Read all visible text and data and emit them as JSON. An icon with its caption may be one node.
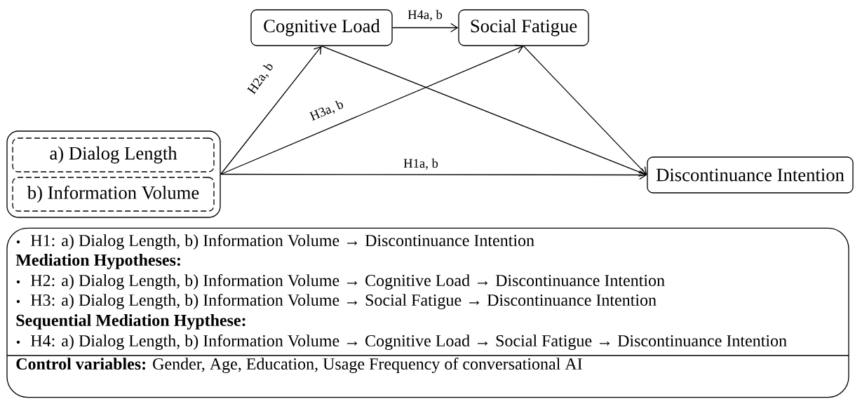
{
  "diagram": {
    "nodes": [
      {
        "text": [],
        "shape": "box"
      },
      {
        "text": [
          "a) Dialog Length"
        ],
        "in": 0
      },
      {
        "text": [
          "b) Information Volume"
        ],
        "in": 0
      },
      {
        "text": [
          "Cognitive Load"
        ]
      },
      {
        "text": [
          "Social Fatigue"
        ]
      },
      {
        "text": [
          "Discontinuance Intention"
        ]
      },
      {
        "text": [
          "H1: a) Dialog Length, b) Information Volume → Discontinuance Intention",
          "Mediation Hypotheses:",
          "H2: a) Dialog Length, b) Information Volume → Cognitive Load → Discontinuance Intention",
          "H3: a) Dialog Length, b) Information Volume → Social Fatigue → Discontinuance Intention",
          "Sequential Mediation Hypthese:",
          "H4: a) Dialog Length, b) Information Volume → Cognitive Load → Social Fatigue → Discontinuance Intention",
          "**Control variables:** Gender, Age, Education, Usage Frequency of conversational AI"
        ]
      }
    ],
    "edges": [
      {
        "from": 3,
        "to": 4,
        "arrow": "to",
        "label": "H4a, b"
      },
      {
        "from": 0,
        "to": 3,
        "arrow": "to",
        "label": "H2a, b"
      },
      {
        "from": 0,
        "to": 4,
        "arrow": "to",
        "label": "H3a, b"
      },
      {
        "from": 3,
        "to": 5,
        "arrow": "to"
      },
      {
        "from": 4,
        "to": 5,
        "arrow": "to"
      },
      {
        "from": 0,
        "to": 5,
        "arrow": "to",
        "label": "H1a, b"
      }
    ]
  }
}
